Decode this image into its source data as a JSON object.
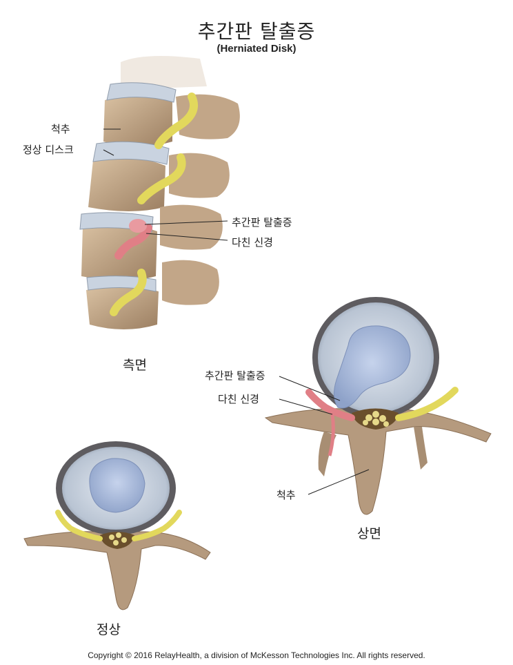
{
  "title": "추간판 탈출증",
  "subtitle": "(Herniated Disk)",
  "side_view": {
    "label_spine": "척추",
    "label_normal_disk": "정상 디스크",
    "label_herniation": "추간판 탈출증",
    "label_nerve": "다친 신경",
    "caption": "측면"
  },
  "top_view": {
    "label_herniation": "추간판 탈출증",
    "label_nerve": "다친 신경",
    "label_spine": "척추",
    "caption": "상면"
  },
  "normal_view": {
    "caption": "정상"
  },
  "copyright": "Copyright © 2016 RelayHealth, a division of McKesson Technologies Inc. All rights reserved.",
  "colors": {
    "bone": "#c9ad8c",
    "bone_dark": "#8a6f55",
    "disc_outer": "#5e5c60",
    "disc_ring": "#c7cfdb",
    "nucleus": "#a9b9d8",
    "nerve": "#e2d85c",
    "injured_nerve": "#e07f86"
  }
}
